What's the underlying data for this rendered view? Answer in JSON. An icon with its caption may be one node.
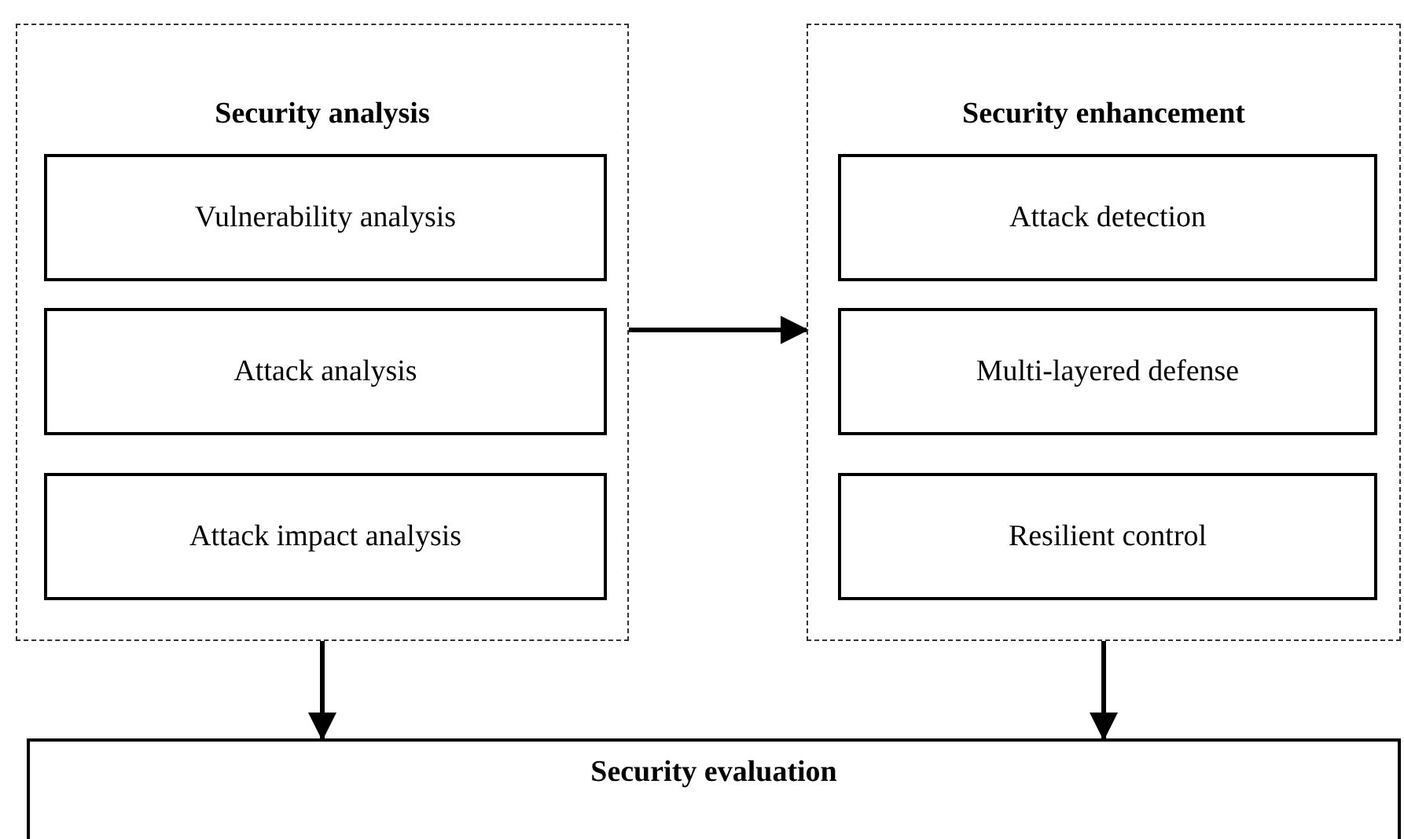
{
  "diagram": {
    "nodes": [
      {
        "text": [
          "Security analysis"
        ]
      },
      {
        "text": [
          "Vulnerability analysis"
        ],
        "in": 0
      },
      {
        "text": [
          "Attack analysis"
        ],
        "in": 0
      },
      {
        "text": [
          "Attack impact analysis"
        ],
        "in": 0
      },
      {
        "text": [
          "Security enhancement"
        ]
      },
      {
        "text": [
          "Attack detection"
        ],
        "in": 4
      },
      {
        "text": [
          "Multi-layered defense"
        ],
        "in": 4
      },
      {
        "text": [
          "Resilient control"
        ],
        "in": 4
      },
      {
        "text": [
          "Security evaluation"
        ]
      }
    ],
    "edges": [
      {
        "from": 0,
        "to": 4,
        "arrow": "to"
      },
      {
        "from": 0,
        "to": 8,
        "arrow": "to"
      },
      {
        "from": 4,
        "to": 8,
        "arrow": "to"
      }
    ]
  }
}
